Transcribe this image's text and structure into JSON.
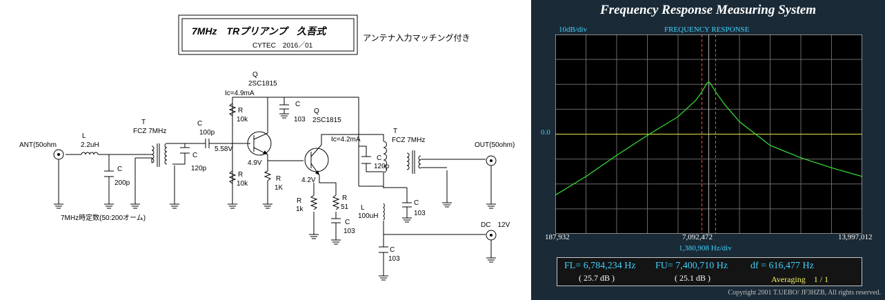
{
  "schematic": {
    "title_main": "7MHz　TRプリアンプ　久吾式",
    "title_sub": "CYTEC　2016／01",
    "note_right": "アンテナ入力マッチング付き",
    "note_bottom": "7MHz時定数(50:200オーム)",
    "labels": {
      "ant": "ANT(50ohm",
      "out": "OUT(50ohm)",
      "dc": "DC　12V",
      "l1_name": "L",
      "l1_val": "2.2uH",
      "c1_name": "C",
      "c1_val": "200p",
      "t1_name": "T",
      "t1_val": "FCZ 7MHz",
      "c2_name": "C",
      "c2_val": "120p",
      "c3_name": "C",
      "c3_val": "100p",
      "q1_name": "Q",
      "q1_val": "2SC1815",
      "ic1": "Ic=4.9mA",
      "r1_name": "R",
      "r1_val": "10k",
      "r2_name": "R",
      "r2_val": "10k",
      "v_base1": "5.58V",
      "v_emit1": "4.9V",
      "r3_name": "R",
      "r3_val": "1K",
      "c4_name": "C",
      "c4_val": "103",
      "q2_name": "Q",
      "q2_val": "2SC1815",
      "ic2": "Ic=4.2mA",
      "v_emit2": "4.2V",
      "r4_name": "R",
      "r4_val": "1k",
      "r5_name": "R",
      "r5_val": "51",
      "c5_name": "C",
      "c5_val": "103",
      "t2_name": "T",
      "t2_val": "FCZ 7MHz",
      "c6_name": "C",
      "c6_val": "120p",
      "l2_name": "L",
      "l2_val": "100uH",
      "c7_name": "C",
      "c7_val": "103",
      "c8_name": "C",
      "c8_val": "103"
    }
  },
  "analyzer": {
    "title": "Frequency Response Measuring System",
    "scale_label": "10dB/div",
    "plot_title": "FREQUENCY RESPONSE",
    "ref_label": "0.0",
    "x_start": "187,932",
    "x_center": "7,092,472",
    "x_end": "13,997,012",
    "x_div": "1,380,908  Hz/div",
    "fl": "FL= 6,784,234  Hz",
    "fu": "FU= 7,400,710  Hz",
    "df": "df = 616,477  Hz",
    "fl_db": "( 25.7 dB )",
    "fu_db": "( 25.1 dB )",
    "averaging": "Averaging　1 / 1",
    "copyright": "Copyright 2001 T.UEBO/ JF3HZB, All rights reserved.",
    "colors": {
      "background": "#1a2a36",
      "plot_bg": "#000000",
      "grid": "#6a6a6a",
      "trace": "#37e637",
      "ref_line": "#e8e84a",
      "marker": "#ff5050",
      "center": "#b0b0b0",
      "label": "#3fd3ff"
    }
  },
  "chart_data": {
    "type": "line",
    "x_range": [
      187932,
      13997012
    ],
    "y_divisions": 8,
    "y_per_div_db": 10,
    "y_range_db": [
      -40,
      40
    ],
    "x": [
      187932,
      1568840,
      2949748,
      4330656,
      5711564,
      6500000,
      6784234,
      7000000,
      7092472,
      7200000,
      7400710,
      7800000,
      8473380,
      9854288,
      11235196,
      12616104,
      13997012
    ],
    "y": [
      -24.5,
      -17,
      -8.5,
      -0.5,
      7,
      13.5,
      17,
      20.3,
      21,
      20,
      17,
      12,
      5,
      -4.5,
      -9.5,
      -13.5,
      -17
    ],
    "markers": {
      "fl": 6784234,
      "fu": 7400710,
      "center": 7092472
    },
    "reference_db": 0
  }
}
